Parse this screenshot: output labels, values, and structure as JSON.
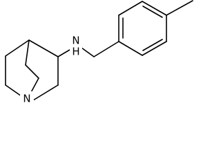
{
  "molecule": {
    "atom_labels": {
      "amine_nitrogen": "N",
      "amine_hydrogen": "H",
      "bridgehead_nitrogen": "N"
    },
    "colors": {
      "bond": "#000000",
      "label": "#000000",
      "background": "#ffffff"
    }
  }
}
